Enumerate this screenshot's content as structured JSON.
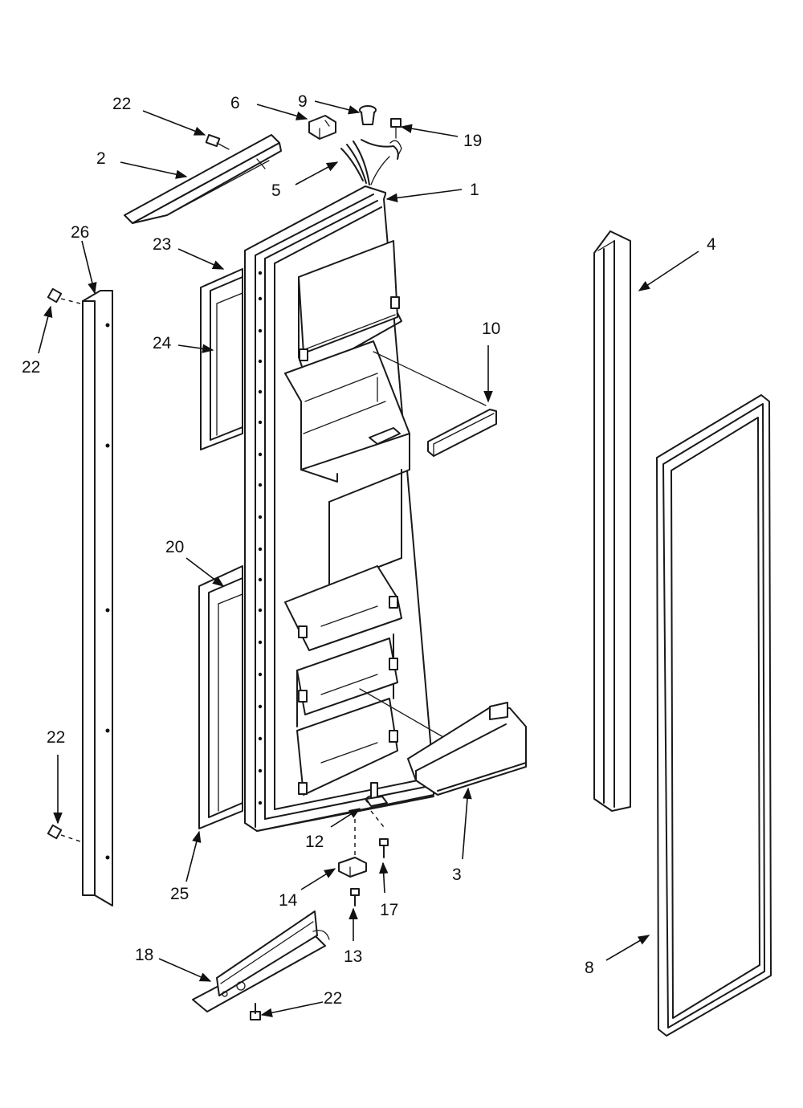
{
  "diagram": {
    "labels": {
      "p1": "1",
      "p2": "2",
      "p3": "3",
      "p4": "4",
      "p5": "5",
      "p6": "6",
      "p8": "8",
      "p9": "9",
      "p10": "10",
      "p12": "12",
      "p13": "13",
      "p14": "14",
      "p17": "17",
      "p18": "18",
      "p19": "19",
      "p20": "20",
      "p23": "23",
      "p24": "24",
      "p25": "25",
      "p26": "26",
      "p22": "22"
    }
  }
}
